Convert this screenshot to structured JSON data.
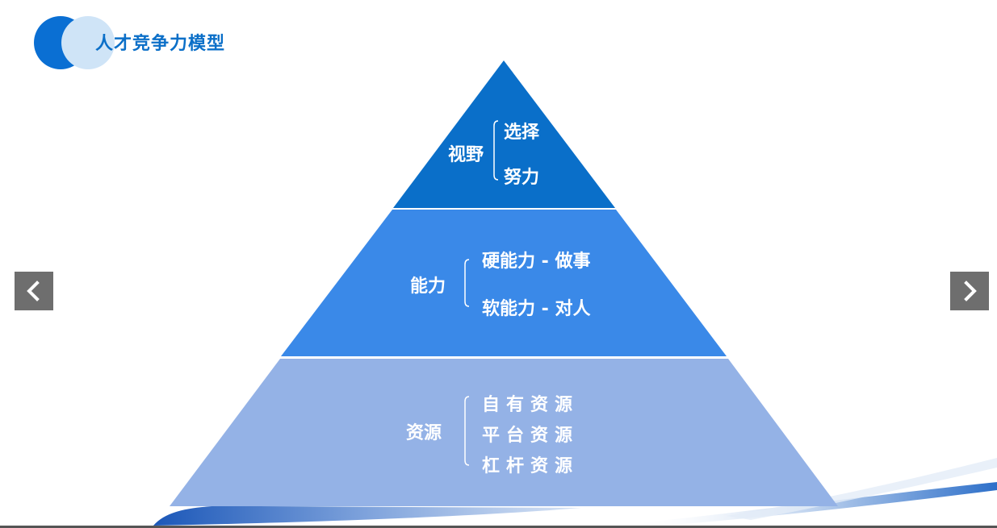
{
  "header": {
    "title": "人才竞争力模型"
  },
  "nav": {
    "prev_icon": "chevron-left-icon",
    "next_icon": "chevron-right-icon"
  },
  "pyramid": {
    "top": {
      "label": "视野",
      "items": [
        "选择",
        "努力"
      ],
      "color": "#0a6fc9"
    },
    "middle": {
      "label": "能力",
      "items": [
        "硬能力 - 做事",
        "软能力 - 对人"
      ],
      "color": "#3a89e8"
    },
    "bottom": {
      "label": "资源",
      "items": [
        "自有资源",
        "平台资源",
        "杠杆资源"
      ],
      "color": "#94b2e6"
    }
  },
  "colors": {
    "accent": "#0a6fd3",
    "accent_light": "#cfe4f7",
    "nav_button": "#6e6e6e"
  }
}
